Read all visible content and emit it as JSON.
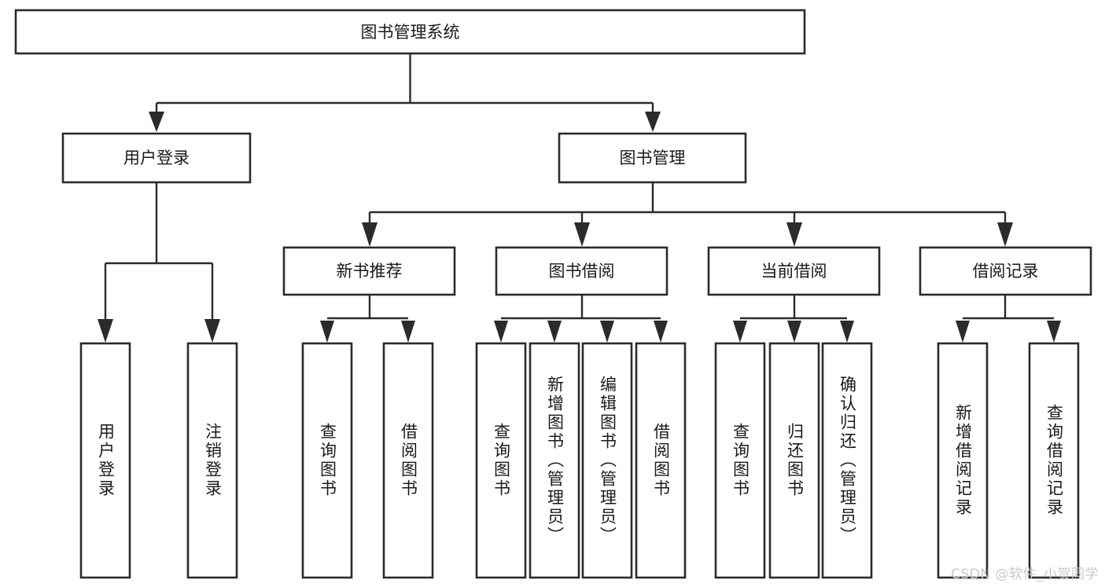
{
  "diagram": {
    "title": "图书管理系统",
    "type": "tree-hierarchy",
    "orientation": "top-down",
    "background_color": "#ffffff",
    "stroke_color": "#2b2b2b",
    "fill_color": "#ffffff",
    "text_color": "#1a1a1a"
  },
  "nodes": {
    "root": {
      "label": "图书管理系统",
      "level": 0
    },
    "level1": [
      {
        "id": "user-login",
        "label": "用户登录"
      },
      {
        "id": "book-manage",
        "label": "图书管理"
      }
    ],
    "level2": [
      {
        "id": "new-book-recommend",
        "label": "新书推荐",
        "parent": "book-manage"
      },
      {
        "id": "book-borrow",
        "label": "图书借阅",
        "parent": "book-manage"
      },
      {
        "id": "current-borrow",
        "label": "当前借阅",
        "parent": "book-manage"
      },
      {
        "id": "borrow-record",
        "label": "借阅记录",
        "parent": "book-manage"
      }
    ],
    "leaves": [
      {
        "id": "leaf-user-login",
        "label": "用户登录",
        "parent": "user-login"
      },
      {
        "id": "leaf-logout-login",
        "label": "注销登录",
        "parent": "user-login"
      },
      {
        "id": "leaf-query-book-1",
        "label": "查询图书",
        "parent": "new-book-recommend"
      },
      {
        "id": "leaf-borrow-book-1",
        "label": "借阅图书",
        "parent": "new-book-recommend"
      },
      {
        "id": "leaf-query-book-2",
        "label": "查询图书",
        "parent": "book-borrow"
      },
      {
        "id": "leaf-add-book",
        "label": "新增图书（管理员）",
        "parent": "book-borrow"
      },
      {
        "id": "leaf-edit-book",
        "label": "编辑图书（管理员）",
        "parent": "book-borrow"
      },
      {
        "id": "leaf-borrow-book-2",
        "label": "借阅图书",
        "parent": "book-borrow"
      },
      {
        "id": "leaf-query-book-3",
        "label": "查询图书",
        "parent": "current-borrow"
      },
      {
        "id": "leaf-return-book",
        "label": "归还图书",
        "parent": "current-borrow"
      },
      {
        "id": "leaf-confirm-return",
        "label": "确认归还（管理员）",
        "parent": "current-borrow"
      },
      {
        "id": "leaf-add-record",
        "label": "新增借阅记录",
        "parent": "borrow-record"
      },
      {
        "id": "leaf-query-record",
        "label": "查询借阅记录",
        "parent": "borrow-record"
      }
    ]
  },
  "watermark": {
    "text": "CSDN @软件_小贺同学"
  }
}
